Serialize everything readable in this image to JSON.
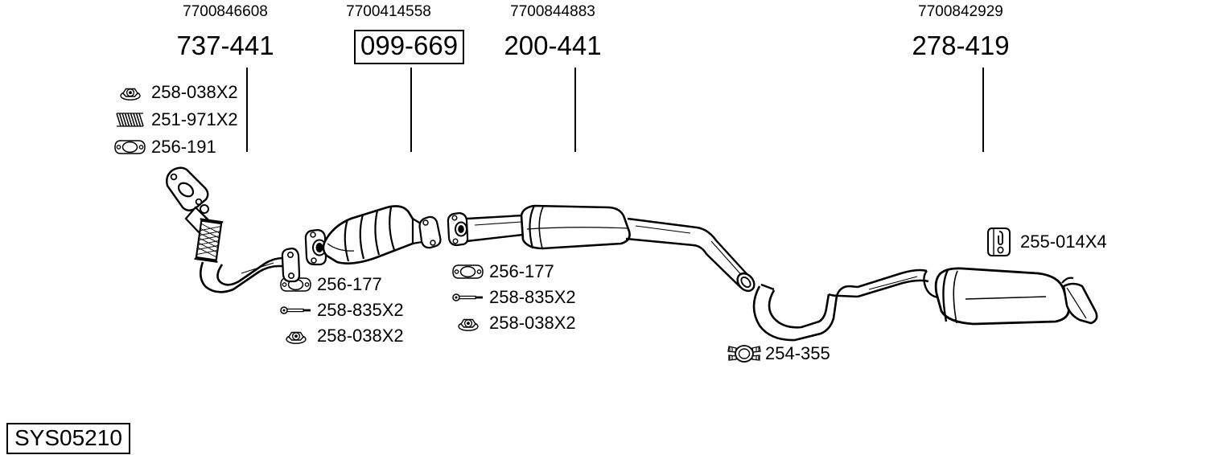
{
  "diagram": {
    "system_code": "SYS05210",
    "title_parts": [
      {
        "oe_number": "7700846608",
        "part_number": "737-441",
        "boxed": false
      },
      {
        "oe_number": "7700414558",
        "part_number": "099-669",
        "boxed": true
      },
      {
        "oe_number": "7700844883",
        "part_number": "200-441",
        "boxed": false
      },
      {
        "oe_number": "7700842929",
        "part_number": "278-419",
        "boxed": false
      }
    ],
    "hardware_front": [
      {
        "icon": "nut-icon",
        "label": "258-038X2"
      },
      {
        "icon": "spring-icon",
        "label": "251-971X2"
      },
      {
        "icon": "gasket-icon",
        "label": "256-191"
      }
    ],
    "hardware_cat": [
      {
        "icon": "gasket-icon",
        "label": "256-177"
      },
      {
        "icon": "bolt-icon",
        "label": "258-835X2"
      },
      {
        "icon": "nut-icon",
        "label": "258-038X2"
      }
    ],
    "hardware_center": [
      {
        "icon": "gasket-icon",
        "label": "256-177"
      },
      {
        "icon": "bolt-icon",
        "label": "258-835X2"
      },
      {
        "icon": "nut-icon",
        "label": "258-038X2"
      }
    ],
    "hardware_clamp": [
      {
        "icon": "clamp-icon",
        "label": "254-355"
      }
    ],
    "hardware_hanger": [
      {
        "icon": "rubber-mount-icon",
        "label": "255-014X4"
      }
    ],
    "colors": {
      "line": "#000000",
      "background": "#ffffff"
    }
  }
}
